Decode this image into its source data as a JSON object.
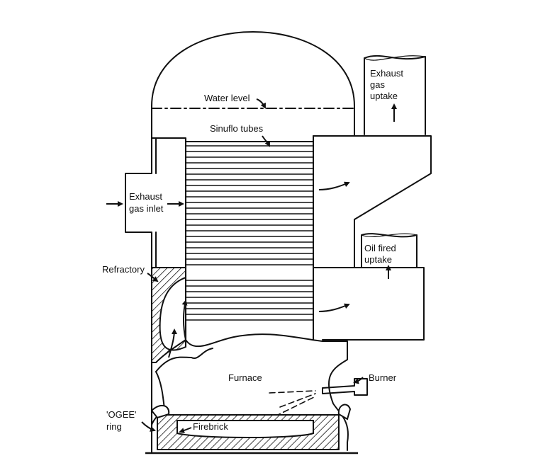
{
  "labels": {
    "water_level": "Water level",
    "sinuflo_tubes": "Sinuflo tubes",
    "exhaust_uptake": [
      "Exhaust",
      "gas",
      "uptake"
    ],
    "exhaust_inlet": [
      "Exhaust",
      "gas inlet"
    ],
    "oil_uptake": [
      "Oil fired",
      "uptake"
    ],
    "refractory": "Refractory",
    "furnace": "Furnace",
    "burner": "Burner",
    "ogee_ring": [
      "'OGEE'",
      "ring"
    ],
    "firebrick": "Firebrick"
  },
  "colors": {
    "line": "#111111",
    "background": "#ffffff"
  }
}
